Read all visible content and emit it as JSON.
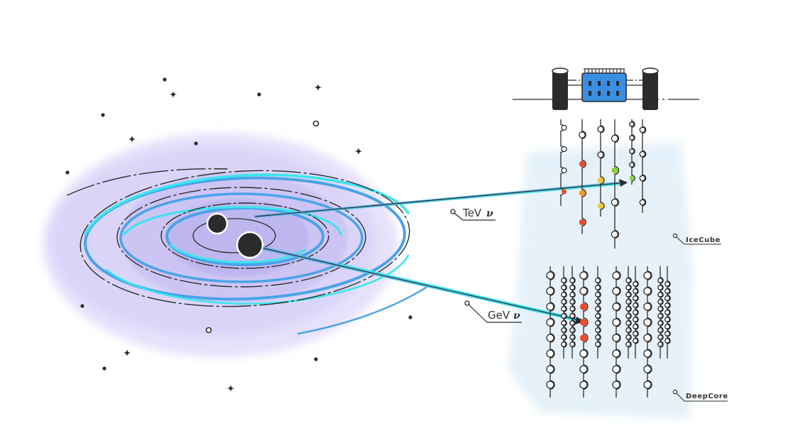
{
  "labels": {
    "tev": "TeV",
    "gev": "GeV",
    "nu": "ν",
    "icecube": "IceCube",
    "deepcore": "DeepCore"
  },
  "colors": {
    "cloud_outer": "#e6e2fb",
    "cloud_mid": "#d2cdf6",
    "cloud_inner": "#bdb6ef",
    "spiral_blue": "#4aa3e8",
    "spiral_cyan": "#38e6ee",
    "ice": "#dcecf8",
    "station": "#3a8ee2",
    "ink": "#2b2b2b",
    "hit_red": "#ef4a2a",
    "hit_orange": "#f59a21",
    "hit_yellow": "#f2c62a",
    "hit_green": "#8ed132"
  },
  "icons": [
    "star-icon",
    "black-hole-icon",
    "drill-tower-icon",
    "station-icon",
    "sensor-icon"
  ]
}
